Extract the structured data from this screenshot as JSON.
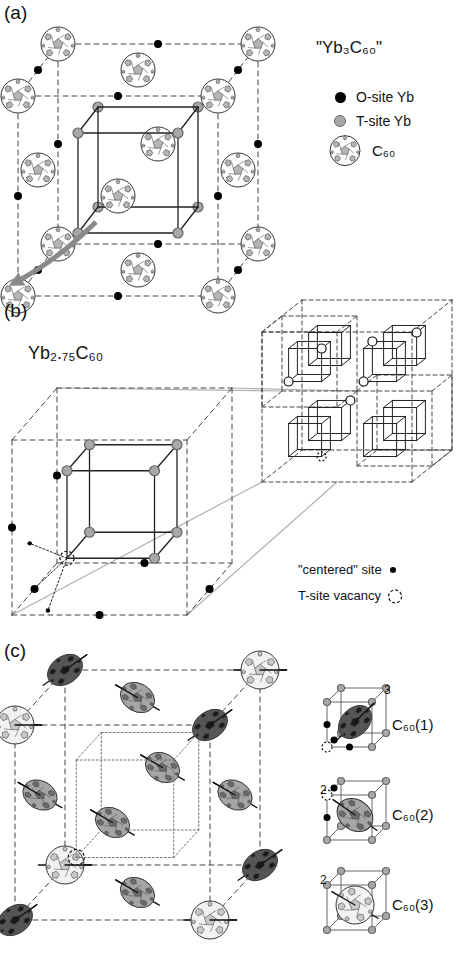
{
  "diagram": {
    "labels": [
      "(a)",
      "\"Yb₃C₆₀\"",
      "(b)",
      "Yb₂.₇₅C₆₀",
      "(c)",
      "3",
      "C₆₀(1)",
      "2",
      "C₆₀(2)",
      "2",
      "C₆₀(3)"
    ],
    "legend": [
      {
        "text": "O-site Yb",
        "color": "#000000"
      },
      {
        "text": "T-site Yb",
        "color": "#a8a8a8"
      },
      {
        "text": "C₆₀"
      },
      {
        "text": "\"centered\" site",
        "color": "#000000"
      },
      {
        "text": "T-site vacancy"
      }
    ]
  }
}
